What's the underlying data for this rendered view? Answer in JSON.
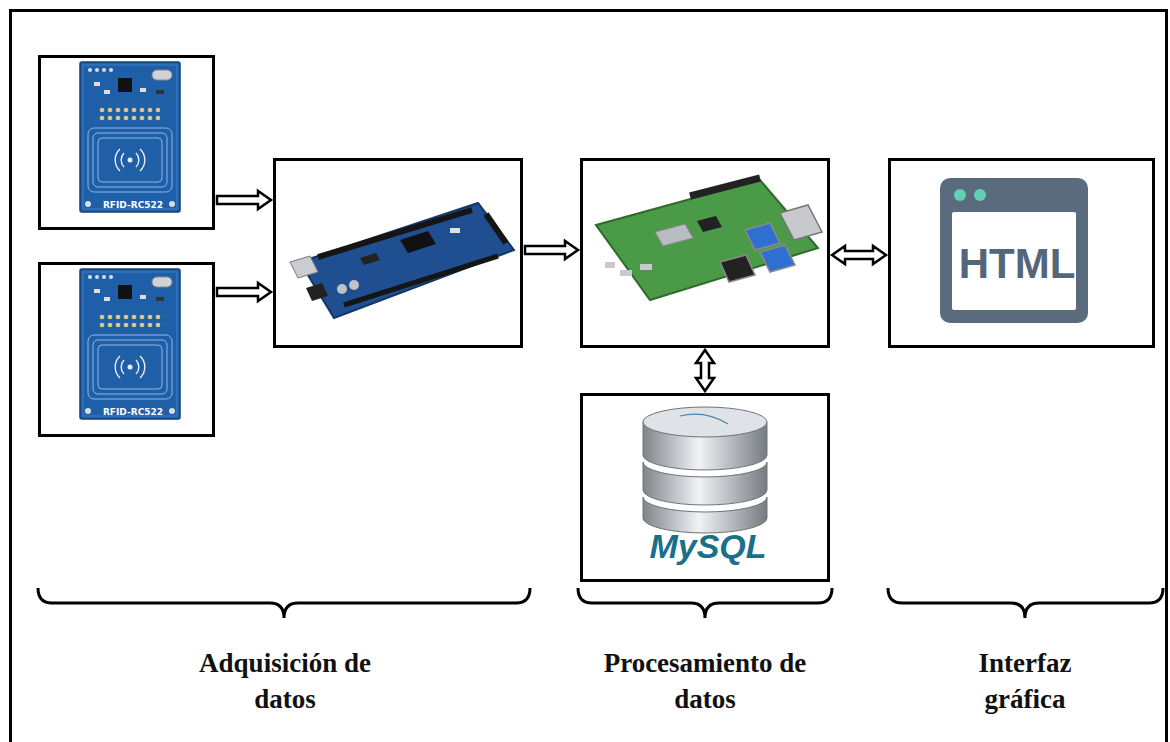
{
  "diagram": {
    "nodes": [
      {
        "text": [
          "RFID-RC522"
        ]
      },
      {
        "text": [
          "RFID-RC522"
        ]
      },
      {
        "text": []
      },
      {
        "text": []
      },
      {
        "text": [
          "HTML"
        ]
      },
      {
        "text": [
          "MySQL"
        ]
      }
    ],
    "edges": [
      {
        "from": 0,
        "to": 2,
        "arrow": "to"
      },
      {
        "from": 1,
        "to": 2,
        "arrow": "to"
      },
      {
        "from": 2,
        "to": 3,
        "arrow": "to"
      },
      {
        "from": 3,
        "to": 4,
        "arrow": "both"
      },
      {
        "from": 3,
        "to": 5,
        "arrow": "both"
      }
    ],
    "labels": [
      "Adquisición de datos",
      "Procesamiento de datos",
      "Interfaz gráfica"
    ]
  }
}
